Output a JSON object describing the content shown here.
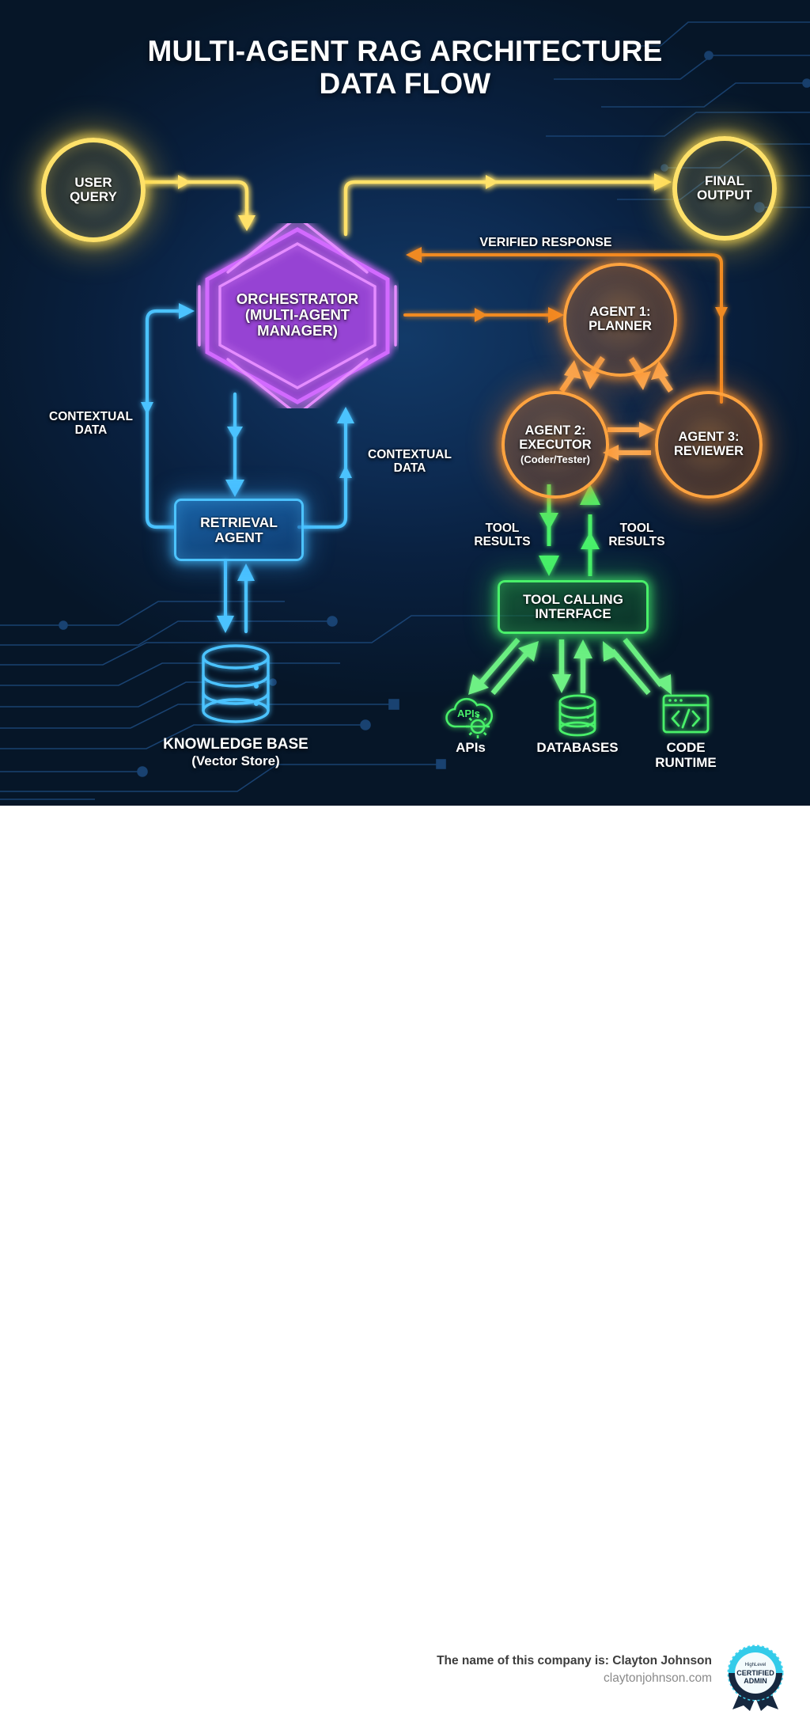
{
  "title": {
    "line1": "MULTI-AGENT RAG ARCHITECTURE",
    "line2": "DATA FLOW"
  },
  "nodes": {
    "user_query": {
      "line1": "USER",
      "line2": "QUERY"
    },
    "final_output": {
      "line1": "FINAL",
      "line2": "OUTPUT"
    },
    "orchestrator": {
      "line1": "ORCHESTRATOR",
      "line2": "(MULTI-AGENT",
      "line3": "MANAGER)"
    },
    "retrieval_agent": {
      "line1": "RETRIEVAL",
      "line2": "AGENT"
    },
    "knowledge_base": {
      "line1": "KNOWLEDGE BASE",
      "line2": "(Vector Store)"
    },
    "agent1": {
      "line1": "AGENT 1:",
      "line2": "PLANNER"
    },
    "agent2": {
      "line1": "AGENT 2:",
      "line2": "EXECUTOR",
      "sub": "(Coder/Tester)"
    },
    "agent3": {
      "line1": "AGENT 3:",
      "line2": "REVIEWER"
    },
    "tool_interface": {
      "line1": "TOOL CALLING",
      "line2": "INTERFACE"
    }
  },
  "tools": [
    {
      "icon": "api-cloud-gear-icon",
      "label": "APIs",
      "badge": "APIs"
    },
    {
      "icon": "database-cylinder-icon",
      "label": "DATABASES"
    },
    {
      "icon": "code-window-icon",
      "label_line1": "CODE",
      "label_line2": "RUNTIME"
    }
  ],
  "flow_labels": {
    "verified_response": "VERIFIED RESPONSE",
    "contextual_data_left": {
      "line1": "CONTEXTUAL",
      "line2": "DATA"
    },
    "contextual_data_right": {
      "line1": "CONTEXTUAL",
      "line2": "DATA"
    },
    "tool_results_left": {
      "line1": "TOOL",
      "line2": "RESULTS"
    },
    "tool_results_right": {
      "line1": "TOOL",
      "line2": "RESULTS"
    }
  },
  "footer": {
    "company": "The name of this company is: Clayton Johnson",
    "website": "claytonjohnson.com",
    "badge": {
      "brand": "HighLevel",
      "line1": "CERTIFIED",
      "line2": "ADMIN"
    }
  },
  "colors": {
    "yellow": "#ffe169",
    "purple": "#d26bff",
    "blue": "#4cc3ff",
    "orange": "#ffa33f",
    "green": "#49f06a",
    "background": "#0a2547",
    "footer_bg": "#ffffff"
  }
}
